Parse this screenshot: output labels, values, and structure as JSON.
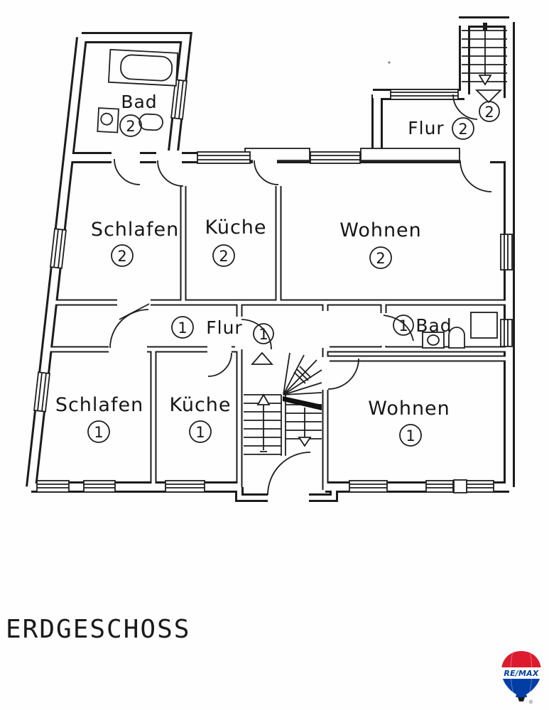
{
  "page": {
    "title": "ERDGESCHOSS"
  },
  "plan": {
    "rooms": [
      {
        "key": "bad-2",
        "label": "Bad",
        "unit": "2"
      },
      {
        "key": "flur-2",
        "label": "Flur",
        "unit": "2"
      },
      {
        "key": "schlafen-2",
        "label": "Schlafen",
        "unit": "2"
      },
      {
        "key": "kueche-2",
        "label": "Küche",
        "unit": "2"
      },
      {
        "key": "wohnen-2",
        "label": "Wohnen",
        "unit": "2"
      },
      {
        "key": "flur-1",
        "label": "Flur",
        "unit": "1"
      },
      {
        "key": "bad-1",
        "label": "Bad",
        "unit": "1"
      },
      {
        "key": "schlafen-1",
        "label": "Schlafen",
        "unit": "1"
      },
      {
        "key": "kueche-1",
        "label": "Küche",
        "unit": "1"
      },
      {
        "key": "wohnen-1",
        "label": "Wohnen",
        "unit": "1"
      }
    ],
    "markers": [
      {
        "key": "stair-landing-unit",
        "unit": "2"
      },
      {
        "key": "entry-hall-unit",
        "unit": "1"
      }
    ]
  },
  "logo": {
    "brand": "RE/MAX",
    "registered": "®",
    "red": "#DC1C2E",
    "blue": "#003DA5"
  }
}
